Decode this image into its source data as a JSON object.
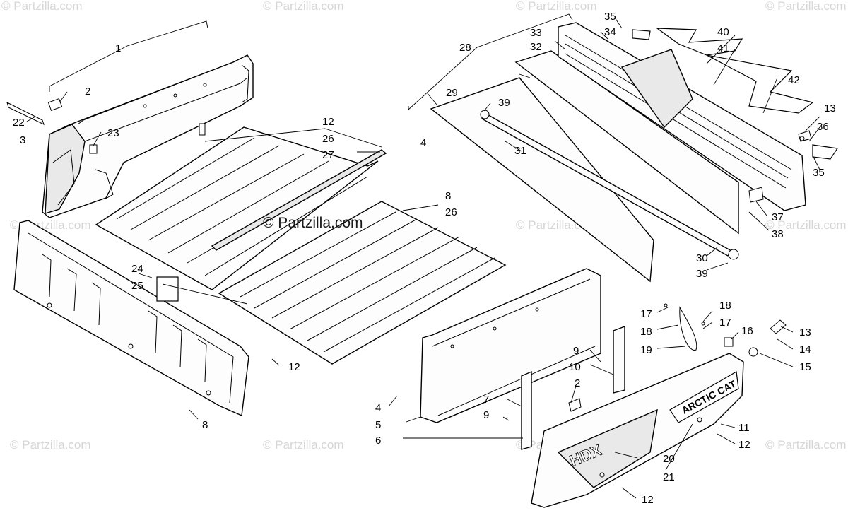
{
  "watermark": {
    "corner_text": "© Partzilla.com",
    "center_text": "© Partzilla.com"
  },
  "callouts": {
    "c1": "1",
    "c2a": "2",
    "c2b": "2",
    "c3": "3",
    "c4a": "4",
    "c4b": "4",
    "c5": "5",
    "c6": "6",
    "c7": "7",
    "c8a": "8",
    "c8b": "8",
    "c9a": "9",
    "c9b": "9",
    "c10": "10",
    "c11": "11",
    "c12a": "12",
    "c12b": "12",
    "c12c": "12",
    "c12d": "12",
    "c13a": "13",
    "c13b": "13",
    "c14": "14",
    "c15": "15",
    "c16": "16",
    "c17a": "17",
    "c17b": "17",
    "c18a": "18",
    "c18b": "18",
    "c19": "19",
    "c20": "20",
    "c21": "21",
    "c22": "22",
    "c23": "23",
    "c24": "24",
    "c25": "25",
    "c26a": "26",
    "c26b": "26",
    "c27": "27",
    "c28": "28",
    "c29": "29",
    "c30": "30",
    "c31": "31",
    "c32": "32",
    "c33": "33",
    "c34": "34",
    "c35a": "35",
    "c35b": "35",
    "c36": "36",
    "c37": "37",
    "c38": "38",
    "c39a": "39",
    "c39b": "39",
    "c40": "40",
    "c41": "41",
    "c42": "42"
  },
  "decals": {
    "brand": "ARCTIC CAT",
    "model": "HDX"
  },
  "colors": {
    "line": "#000000",
    "background": "#ffffff",
    "watermark": "#d6d6d6"
  }
}
